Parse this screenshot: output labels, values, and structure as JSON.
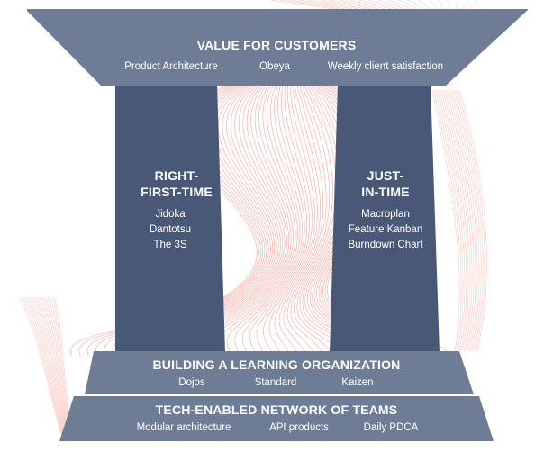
{
  "roof": {
    "title": "VALUE FOR CUSTOMERS",
    "items": [
      "Product Architecture",
      "Obeya",
      "Weekly client satisfaction"
    ]
  },
  "pillars": [
    {
      "title_line1": "RIGHT-",
      "title_line2": "FIRST-TIME",
      "items": [
        "Jidoka",
        "Dantotsu",
        "The 3S"
      ]
    },
    {
      "title_line1": "JUST-",
      "title_line2": "IN-TIME",
      "items": [
        "Macroplan",
        "Feature Kanban",
        "Burndown Chart"
      ]
    }
  ],
  "foundation_upper": {
    "title": "BUILDING A LEARNING ORGANIZATION",
    "items": [
      "Dojos",
      "Standard",
      "Kaizen"
    ]
  },
  "foundation_lower": {
    "title": "TECH-ENABLED NETWORK OF TEAMS",
    "items": [
      "Modular architecture",
      "API products",
      "Daily PDCA"
    ]
  },
  "colors": {
    "slate": "#6b7a93",
    "pillar": "#4a5878",
    "line": "#f08a78"
  }
}
